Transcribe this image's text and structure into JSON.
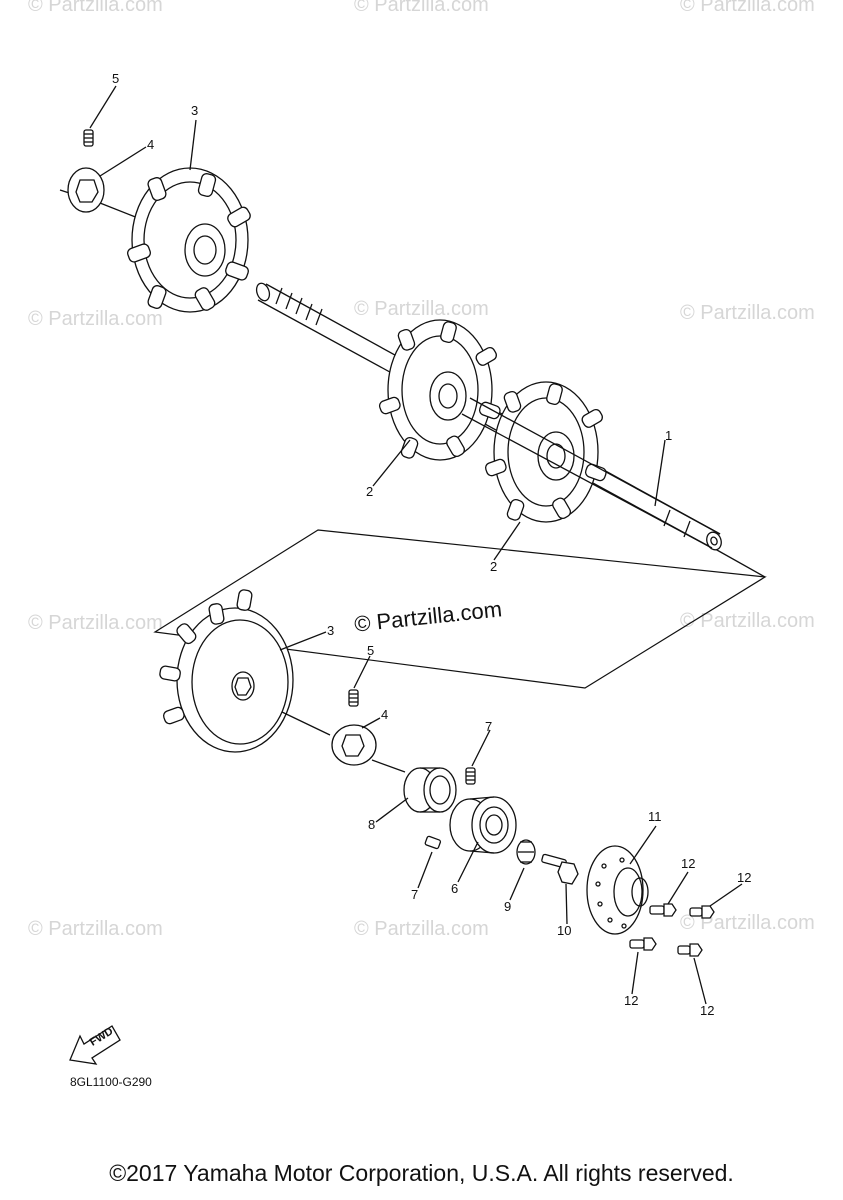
{
  "watermark": "© Partzilla.com",
  "watermark_center": "© Partzilla.com",
  "callouts": {
    "shaft": "1",
    "sprocket_a": "2",
    "sprocket_b": "2",
    "sprocket_wheel_top": "3",
    "collar_top": "4",
    "setscrew_top": "5",
    "sprocket_wheel_bottom": "3",
    "collar_bottom": "4",
    "setscrew_bottom": "5",
    "bearing": "6",
    "bearing_screw_top": "7",
    "bearing_screw_bottom": "7",
    "bearing_holder": "8",
    "nut": "9",
    "bolt": "10",
    "housing": "11",
    "flange_bolt_1": "12",
    "flange_bolt_2": "12",
    "flange_bolt_3": "12",
    "flange_bolt_4": "12"
  },
  "fwd_label": "FWD",
  "diagram_code": "8GL1100-G290",
  "copyright": "©2017 Yamaha Motor Corporation, U.S.A. All rights reserved."
}
